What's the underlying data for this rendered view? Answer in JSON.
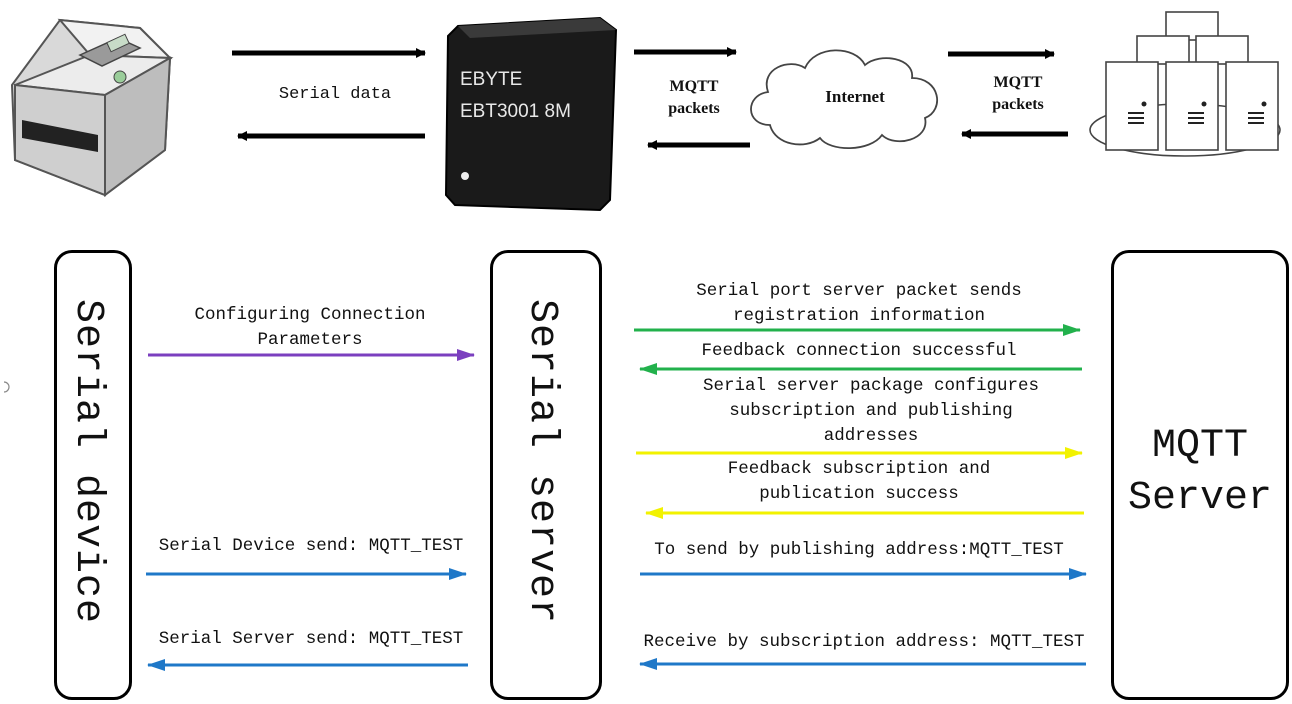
{
  "top": {
    "serial_data": "Serial data",
    "chip": {
      "brand": "EBYTE",
      "model": "EBT3001 8M"
    },
    "mqtt_packets_left": [
      "MQTT",
      "packets"
    ],
    "internet": "Internet",
    "mqtt_packets_right": [
      "MQTT",
      "packets"
    ]
  },
  "boxes": {
    "serial_device": "Serial device",
    "serial_server": "Serial server",
    "mqtt_server": [
      "MQTT",
      "Server"
    ]
  },
  "messages_left": [
    {
      "lines": [
        "Configuring Connection",
        "Parameters"
      ],
      "direction": "right",
      "color": "#7b3fbf"
    },
    {
      "lines": [
        "Serial Device send: MQTT_TEST"
      ],
      "direction": "right",
      "color": "#1f78c8"
    },
    {
      "lines": [
        "Serial Server send: MQTT_TEST"
      ],
      "direction": "left",
      "color": "#1f78c8"
    }
  ],
  "messages_right": [
    {
      "lines": [
        "Serial port server packet sends",
        "registration information"
      ],
      "direction": "right",
      "color": "#22b14c"
    },
    {
      "lines": [
        "Feedback connection successful"
      ],
      "direction": "left",
      "color": "#22b14c"
    },
    {
      "lines": [
        "Serial server package configures",
        "subscription and publishing",
        "addresses"
      ],
      "direction": "right",
      "color": "#f2f200"
    },
    {
      "lines": [
        "Feedback subscription and",
        "publication success"
      ],
      "direction": "left",
      "color": "#f2f200"
    },
    {
      "lines": [
        "To send by publishing address:MQTT_TEST"
      ],
      "direction": "right",
      "color": "#1f78c8"
    },
    {
      "lines": [
        "Receive by subscription address: MQTT_TEST"
      ],
      "direction": "left",
      "color": "#1f78c8"
    }
  ],
  "icons": [
    "printer-icon",
    "chip-icon",
    "cloud-icon",
    "server-cluster-icon"
  ]
}
